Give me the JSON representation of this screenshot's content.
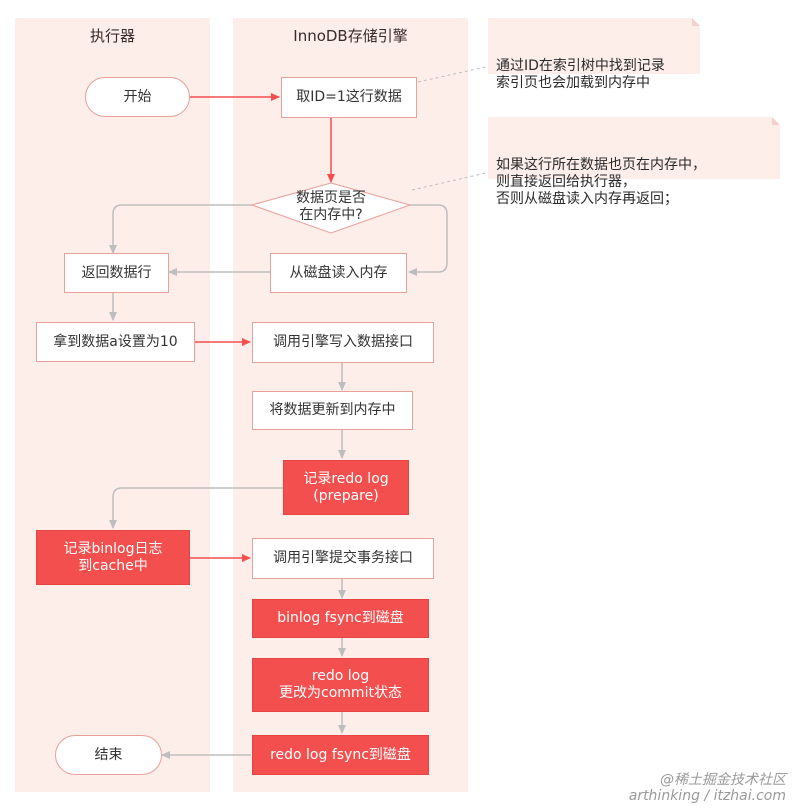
{
  "lanes": {
    "executor": "执行器",
    "engine": "InnoDB存储引擎"
  },
  "nodes": {
    "start": "开始",
    "fetch_row": "取ID=1这行数据",
    "page_in_memory": "数据页是否\n在内存中?",
    "read_disk": "从磁盘读入内存",
    "return_row": "返回数据行",
    "set_value": "拿到数据a设置为10",
    "call_write": "调用引擎写入数据接口",
    "update_memory": "将数据更新到内存中",
    "redo_prepare": "记录redo log\n(prepare)",
    "binlog_cache": "记录binlog日志\n到cache中",
    "call_commit": "调用引擎提交事务接口",
    "binlog_fsync": "binlog fsync到磁盘",
    "redo_commit": "redo log\n更改为commit状态",
    "redo_fsync": "redo log fsync到磁盘",
    "end": "结束"
  },
  "notes": {
    "note1": "通过ID在索引树中找到记录\n索引页也会加载到内存中",
    "note2": "如果这行所在数据也页在内存中，\n则直接返回给执行器，\n否则从磁盘读入内存再返回；"
  },
  "watermark": "@稀土掘金技术社区\narthinking / itzhai.com",
  "colors": {
    "lane_bg": "#fdeeea",
    "box_border": "#e8a09b",
    "filled": "#f44f4f",
    "arrow_red": "#f44f4f",
    "arrow_gray": "#bdbdbd"
  }
}
